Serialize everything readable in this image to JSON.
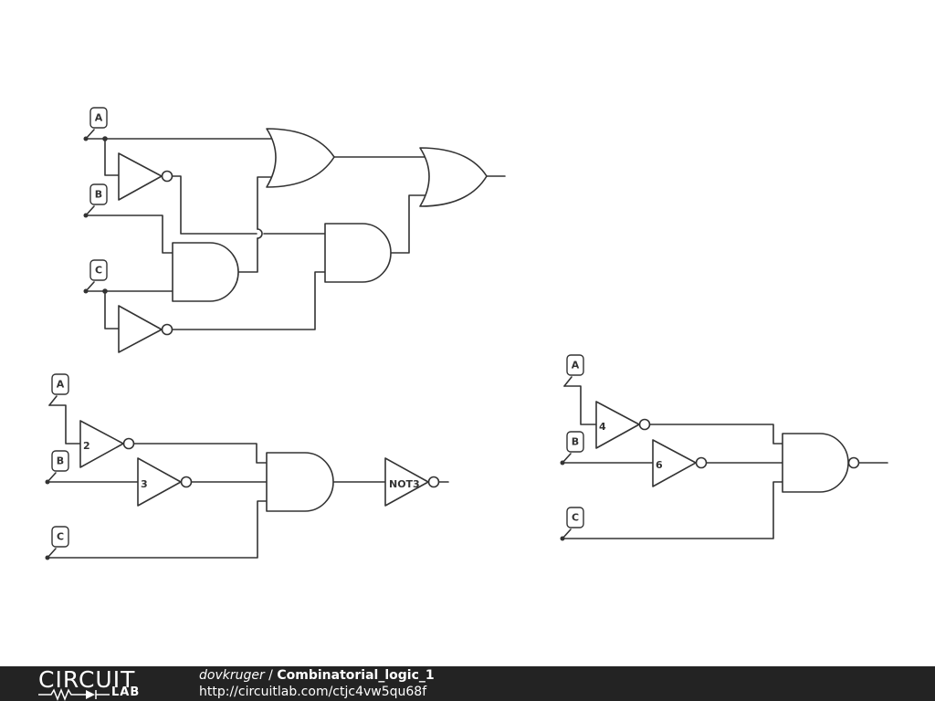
{
  "circuit1": {
    "labels": {
      "a": "A",
      "b": "B",
      "c": "C"
    }
  },
  "circuit2": {
    "labels": {
      "a": "A",
      "b": "B",
      "c": "C"
    },
    "gates": {
      "not_a": "2",
      "not_b": "3",
      "not_out": "NOT3"
    }
  },
  "circuit3": {
    "labels": {
      "a": "A",
      "b": "B",
      "c": "C"
    },
    "gates": {
      "not_a": "4",
      "not_b": "6"
    }
  },
  "footer": {
    "logo_top": "CIRCUIT",
    "logo_bottom": "LAB",
    "author": "dovkruger",
    "separator": " / ",
    "title": "Combinatorial_logic_1",
    "url": "http://circuitlab.com/ctjc4vw5qu68f"
  },
  "colors": {
    "wire": "#333333",
    "footer_bg": "#232323",
    "background": "#ffffff"
  }
}
